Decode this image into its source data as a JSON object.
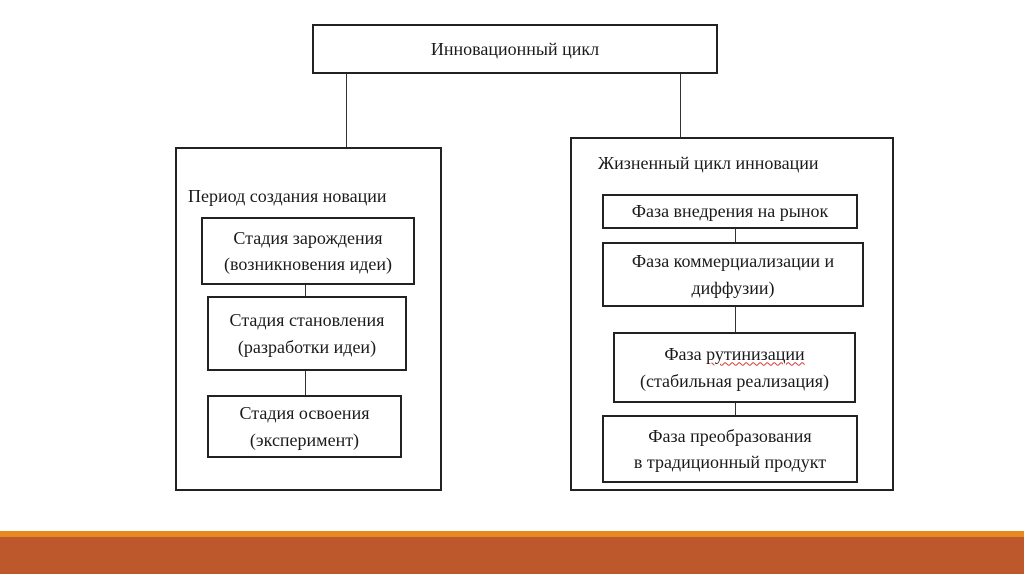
{
  "root": {
    "label": "Инновационный цикл"
  },
  "left": {
    "title": "Период создания новации",
    "stages": [
      {
        "line1": "Стадия зарождения",
        "line2": "(возникновения идеи)"
      },
      {
        "line1": "Стадия становления",
        "line2": "(разработки идеи)"
      },
      {
        "line1": "Стадия освоения",
        "line2": "(эксперимент)"
      }
    ]
  },
  "right": {
    "title": "Жизненный цикл инновации",
    "phases": [
      {
        "line1": "Фаза внедрения на рынок"
      },
      {
        "line1": "Фаза коммерциализации и",
        "line2": "диффузии)"
      },
      {
        "line1_a": "Фаза ",
        "line1_b": "рутинизации",
        "line2": "(стабильная реализация)"
      },
      {
        "line1": "Фаза преобразования",
        "line2": "в традиционный продукт"
      }
    ]
  },
  "colors": {
    "stripe": "#E48A1E",
    "footer": "#BD582C"
  }
}
